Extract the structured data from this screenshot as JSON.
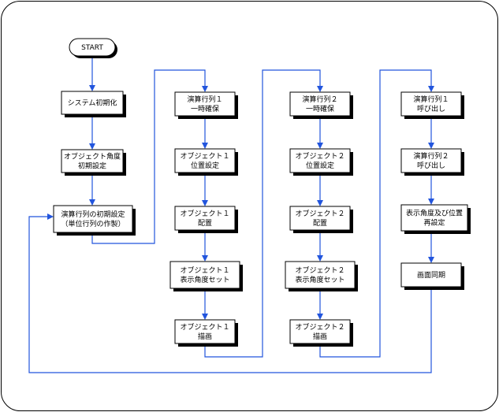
{
  "diagram": {
    "start": {
      "id": "start",
      "label": "START"
    },
    "nodes": [
      {
        "id": "sys_init",
        "lines": [
          "システム初期化"
        ]
      },
      {
        "id": "obj_angle_init",
        "lines": [
          "オブジェクト角度",
          "初期設定"
        ]
      },
      {
        "id": "mat_init",
        "lines": [
          "演算行列の初期設定",
          "（単位行列の作製）"
        ]
      },
      {
        "id": "mat1_save",
        "lines": [
          "演算行列１",
          "一時確保"
        ]
      },
      {
        "id": "obj1_pos",
        "lines": [
          "オブジェクト１",
          "位置設定"
        ]
      },
      {
        "id": "obj1_place",
        "lines": [
          "オブジェクト１",
          "配置"
        ]
      },
      {
        "id": "obj1_angle",
        "lines": [
          "オブジェクト１",
          "表示角度セット"
        ]
      },
      {
        "id": "obj1_draw",
        "lines": [
          "オブジェクト１",
          "描画"
        ]
      },
      {
        "id": "mat2_save",
        "lines": [
          "演算行列２",
          "一時確保"
        ]
      },
      {
        "id": "obj2_pos",
        "lines": [
          "オブジェクト２",
          "位置設定"
        ]
      },
      {
        "id": "obj2_place",
        "lines": [
          "オブジェクト２",
          "配置"
        ]
      },
      {
        "id": "obj2_angle",
        "lines": [
          "オブジェクト２",
          "表示角度セット"
        ]
      },
      {
        "id": "obj2_draw",
        "lines": [
          "オブジェクト２",
          "描画"
        ]
      },
      {
        "id": "mat1_load",
        "lines": [
          "演算行列１",
          "呼び出し"
        ]
      },
      {
        "id": "mat2_load",
        "lines": [
          "演算行列２",
          "呼び出し"
        ]
      },
      {
        "id": "angle_reset",
        "lines": [
          "表示角度及び位置",
          "再設定"
        ]
      },
      {
        "id": "vsync",
        "lines": [
          "画面同期"
        ]
      }
    ],
    "edges": [
      [
        "start",
        "sys_init"
      ],
      [
        "sys_init",
        "obj_angle_init"
      ],
      [
        "obj_angle_init",
        "mat_init"
      ],
      [
        "mat_init",
        "mat1_save"
      ],
      [
        "mat1_save",
        "obj1_pos"
      ],
      [
        "obj1_pos",
        "obj1_place"
      ],
      [
        "obj1_place",
        "obj1_angle"
      ],
      [
        "obj1_angle",
        "obj1_draw"
      ],
      [
        "obj1_draw",
        "mat2_save"
      ],
      [
        "mat2_save",
        "obj2_pos"
      ],
      [
        "obj2_pos",
        "obj2_place"
      ],
      [
        "obj2_place",
        "obj2_angle"
      ],
      [
        "obj2_angle",
        "obj2_draw"
      ],
      [
        "obj2_draw",
        "mat1_load"
      ],
      [
        "mat1_load",
        "mat2_load"
      ],
      [
        "mat2_load",
        "angle_reset"
      ],
      [
        "angle_reset",
        "vsync"
      ],
      [
        "vsync",
        "mat_init"
      ]
    ],
    "colors": {
      "arrow": "#2255dd",
      "box_border": "#000000",
      "box_shadow": "#000000",
      "box_fill": "#ffffff"
    }
  }
}
